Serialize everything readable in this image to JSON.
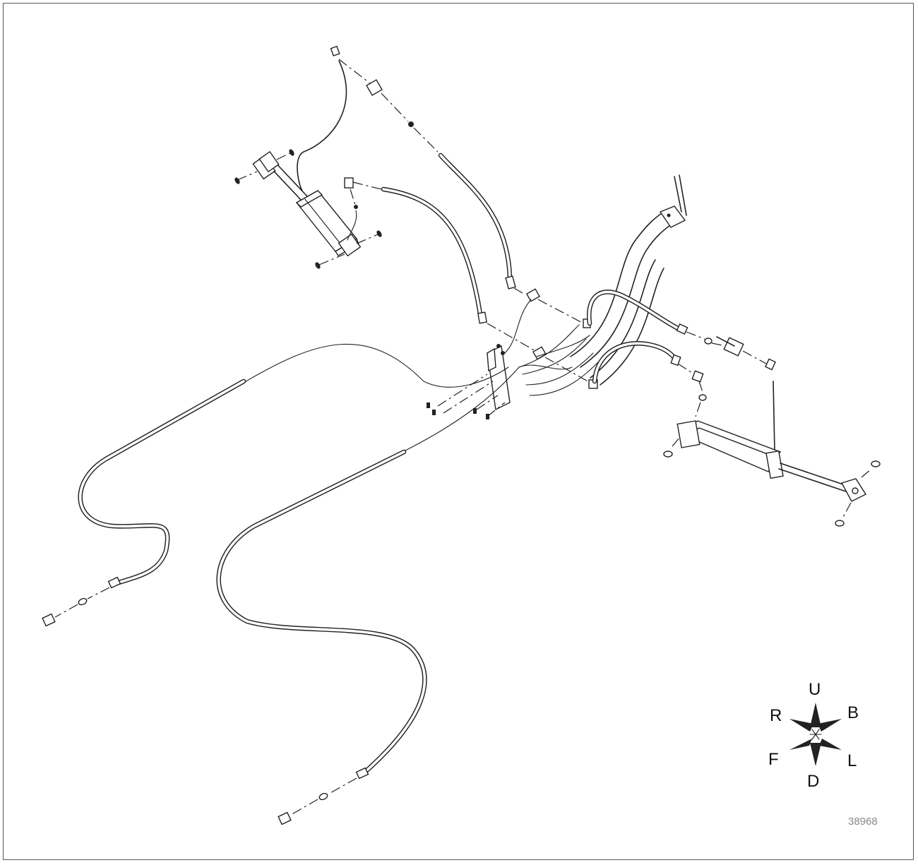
{
  "figure": {
    "number": "38968"
  },
  "compass": {
    "up": "U",
    "down": "D",
    "right": "R",
    "left": "L",
    "front": "F",
    "back": "B"
  }
}
